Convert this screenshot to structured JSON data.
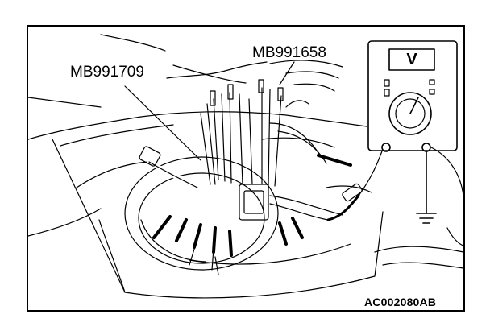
{
  "callouts": {
    "tool_a": "MB991709",
    "tool_b": "MB991658"
  },
  "meter": {
    "display_symbol": "V"
  },
  "figure_code": "AC002080AB"
}
